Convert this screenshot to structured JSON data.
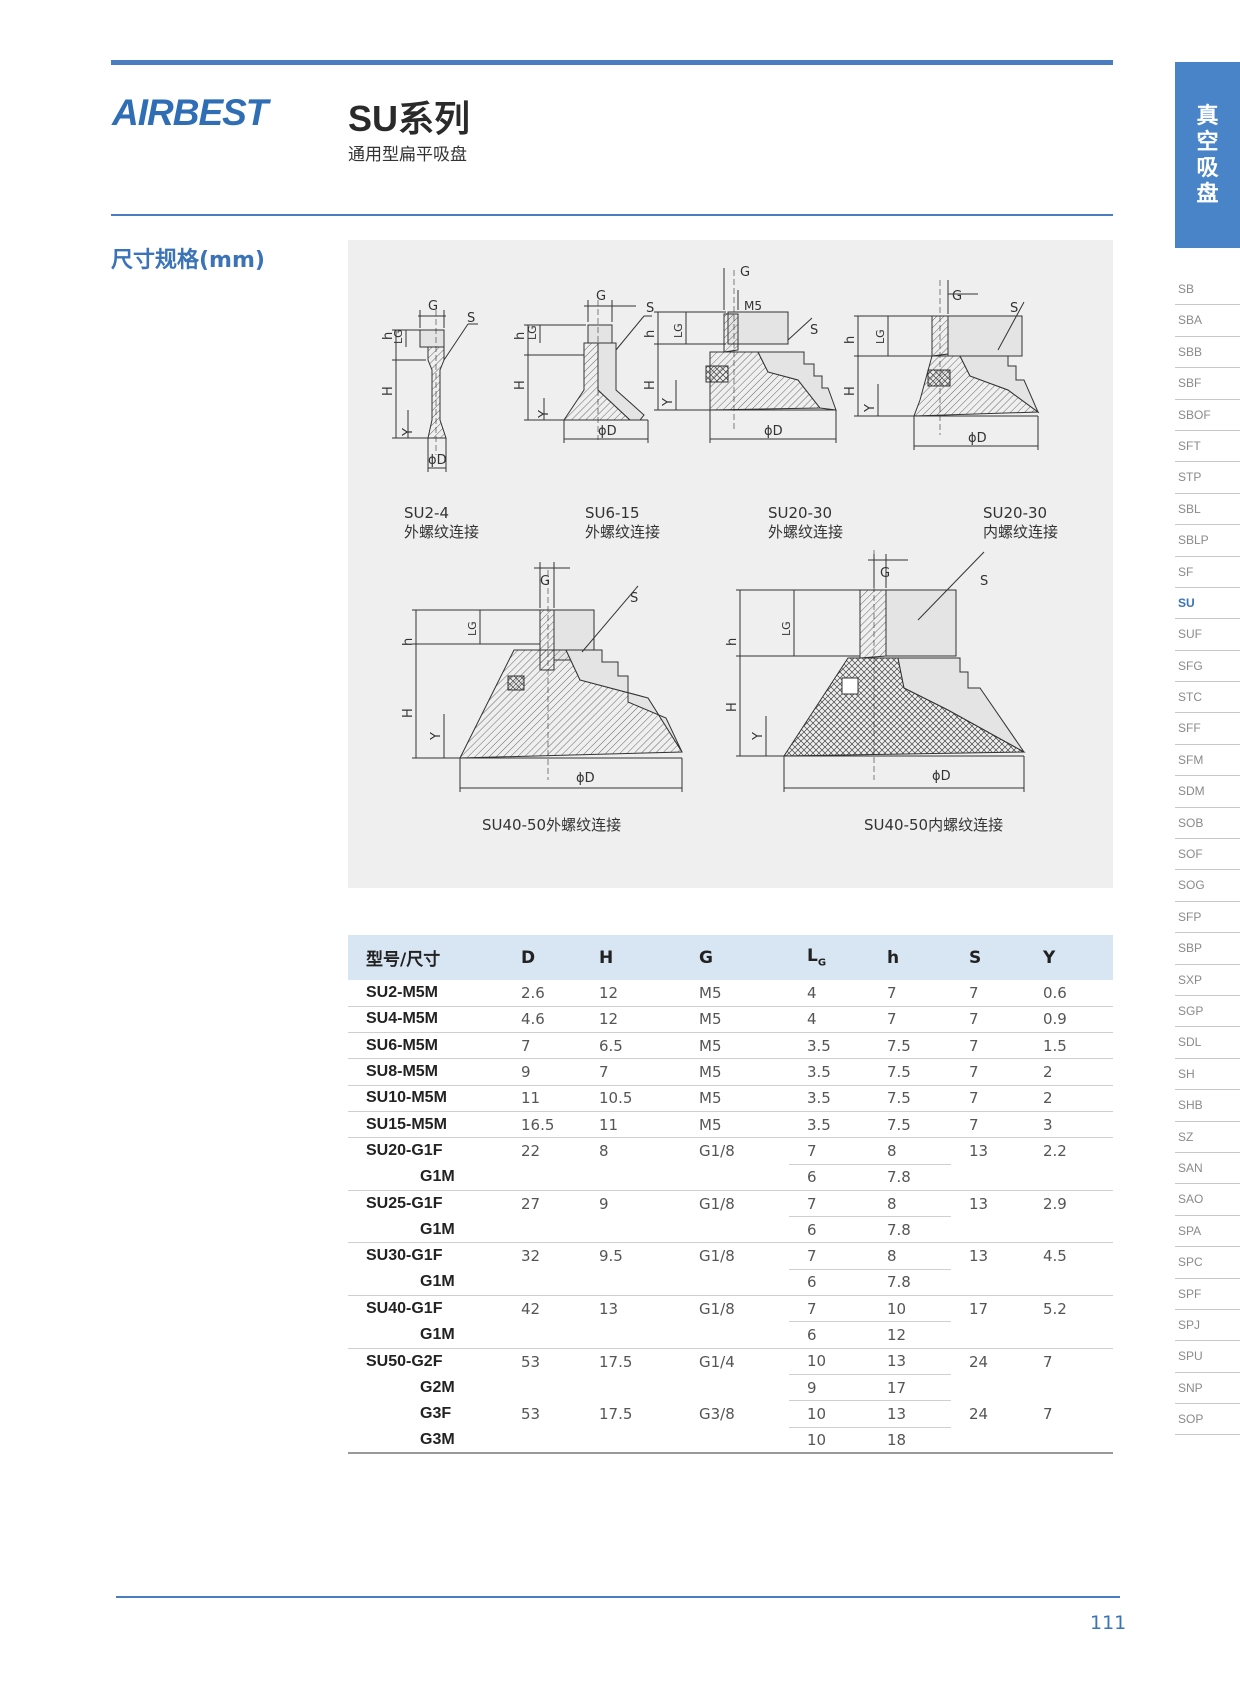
{
  "header": {
    "brand": "AIRBEST",
    "title": "SU系列",
    "subtitle": "通用型扁平吸盘"
  },
  "section_label": "尺寸规格(mm)",
  "side_tab": [
    "真",
    "空",
    "吸",
    "盘"
  ],
  "side_nav": [
    "SB",
    "SBA",
    "SBB",
    "SBF",
    "SBOF",
    "SFT",
    "STP",
    "SBL",
    "SBLP",
    "SF",
    "SU",
    "SUF",
    "SFG",
    "STC",
    "SFF",
    "SFM",
    "SDM",
    "SOB",
    "SOF",
    "SOG",
    "SFP",
    "SBP",
    "SXP",
    "SGP",
    "SDL",
    "SH",
    "SHB",
    "SZ",
    "SAN",
    "SAO",
    "SPA",
    "SPC",
    "SPF",
    "SPJ",
    "SPU",
    "SNP",
    "SOP"
  ],
  "side_nav_active": "SU",
  "diagrams": [
    {
      "model": "SU2-4",
      "connection": "外螺纹连接"
    },
    {
      "model": "SU6-15",
      "connection": "外螺纹连接"
    },
    {
      "model": "SU20-30",
      "connection": "外螺纹连接"
    },
    {
      "model": "SU20-30",
      "connection": "内螺纹连接"
    },
    {
      "caption": "SU40-50外螺纹连接"
    },
    {
      "caption": "SU40-50内螺纹连接"
    }
  ],
  "dim_labels": {
    "G": "G",
    "S": "S",
    "h": "h",
    "H": "H",
    "Y": "Y",
    "Lg": "LG",
    "D": "ϕD",
    "M5": "M5"
  },
  "table": {
    "headers": [
      "型号/尺寸",
      "D",
      "H",
      "G",
      "L",
      "h",
      "S",
      "Y"
    ],
    "lg_sub": "G",
    "rows": [
      {
        "model": "SU2-M5M",
        "D": "2.6",
        "H": "12",
        "G": "M5",
        "Lg": "4",
        "h": "7",
        "S": "7",
        "Y": "0.6"
      },
      {
        "model": "SU4-M5M",
        "D": "4.6",
        "H": "12",
        "G": "M5",
        "Lg": "4",
        "h": "7",
        "S": "7",
        "Y": "0.9"
      },
      {
        "model": "SU6-M5M",
        "D": "7",
        "H": "6.5",
        "G": "M5",
        "Lg": "3.5",
        "h": "7.5",
        "S": "7",
        "Y": "1.5"
      },
      {
        "model": "SU8-M5M",
        "D": "9",
        "H": "7",
        "G": "M5",
        "Lg": "3.5",
        "h": "7.5",
        "S": "7",
        "Y": "2"
      },
      {
        "model": "SU10-M5M",
        "D": "11",
        "H": "10.5",
        "G": "M5",
        "Lg": "3.5",
        "h": "7.5",
        "S": "7",
        "Y": "2"
      },
      {
        "model": "SU15-M5M",
        "D": "16.5",
        "H": "11",
        "G": "M5",
        "Lg": "3.5",
        "h": "7.5",
        "S": "7",
        "Y": "3"
      },
      {
        "model": "SU20-G1F",
        "D": "22",
        "H": "8",
        "G": "G1/8",
        "Lg": "7",
        "h": "8",
        "S": "13",
        "Y": "2.2"
      },
      {
        "model": "G1M",
        "Lg": "6",
        "h": "7.8"
      },
      {
        "model": "SU25-G1F",
        "D": "27",
        "H": "9",
        "G": "G1/8",
        "Lg": "7",
        "h": "8",
        "S": "13",
        "Y": "2.9"
      },
      {
        "model": "G1M",
        "Lg": "6",
        "h": "7.8"
      },
      {
        "model": "SU30-G1F",
        "D": "32",
        "H": "9.5",
        "G": "G1/8",
        "Lg": "7",
        "h": "8",
        "S": "13",
        "Y": "4.5"
      },
      {
        "model": "G1M",
        "Lg": "6",
        "h": "7.8"
      },
      {
        "model": "SU40-G1F",
        "D": "42",
        "H": "13",
        "G": "G1/8",
        "Lg": "7",
        "h": "10",
        "S": "17",
        "Y": "5.2"
      },
      {
        "model": "G1M",
        "Lg": "6",
        "h": "12"
      },
      {
        "model": "SU50-G2F",
        "D": "53",
        "H": "17.5",
        "G": "G1/4",
        "Lg": "10",
        "h": "13",
        "S": "24",
        "Y": "7"
      },
      {
        "model": "G2M",
        "Lg": "9",
        "h": "17"
      },
      {
        "model": "G3F",
        "D": "53",
        "H": "17.5",
        "G": "G3/8",
        "Lg": "10",
        "h": "13",
        "S": "24",
        "Y": "7"
      },
      {
        "model": "G3M",
        "Lg": "10",
        "h": "18"
      }
    ]
  },
  "page_number": "111"
}
